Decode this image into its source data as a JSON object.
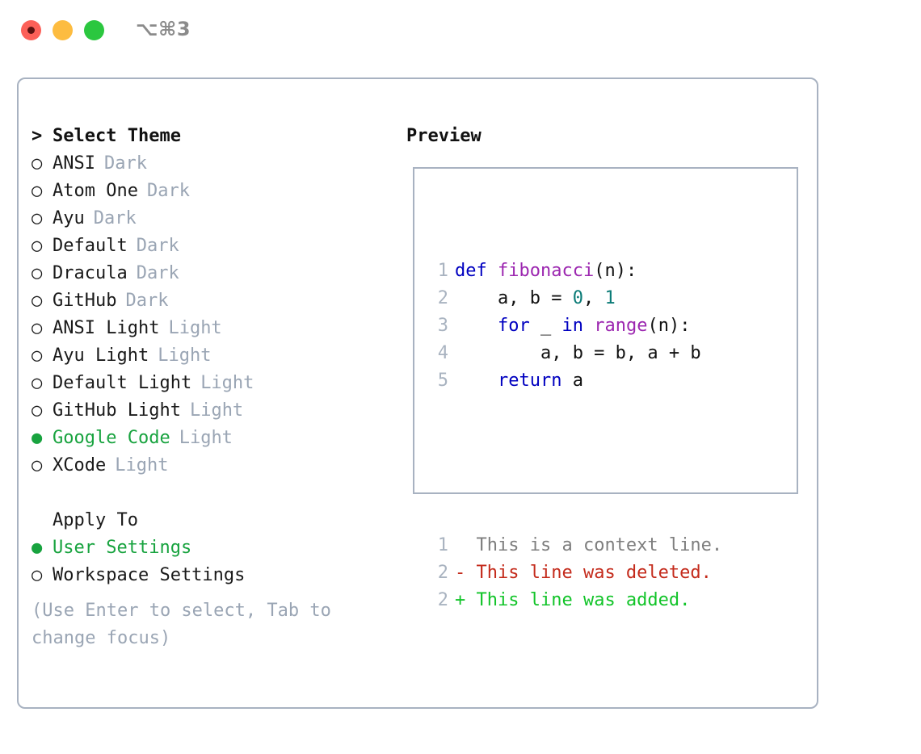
{
  "window": {
    "shortcut": "⌥⌘3",
    "traffic_lights": [
      {
        "name": "close",
        "color": "#fc6058"
      },
      {
        "name": "minimize",
        "color": "#fdbc40"
      },
      {
        "name": "zoom",
        "color": "#2bc73f"
      }
    ]
  },
  "theme_picker": {
    "prompt_marker": ">",
    "title": "Select Theme",
    "selected_bullet": "●",
    "unselected_bullet": "○",
    "items": [
      {
        "name": "ANSI",
        "variant": "Dark",
        "selected": false
      },
      {
        "name": "Atom One",
        "variant": "Dark",
        "selected": false
      },
      {
        "name": "Ayu",
        "variant": "Dark",
        "selected": false
      },
      {
        "name": "Default",
        "variant": "Dark",
        "selected": false
      },
      {
        "name": "Dracula",
        "variant": "Dark",
        "selected": false
      },
      {
        "name": "GitHub",
        "variant": "Dark",
        "selected": false
      },
      {
        "name": "ANSI Light",
        "variant": "Light",
        "selected": false
      },
      {
        "name": "Ayu Light",
        "variant": "Light",
        "selected": false
      },
      {
        "name": "Default Light",
        "variant": "Light",
        "selected": false
      },
      {
        "name": "GitHub Light",
        "variant": "Light",
        "selected": false
      },
      {
        "name": "Google Code",
        "variant": "Light",
        "selected": true
      },
      {
        "name": "XCode",
        "variant": "Light",
        "selected": false
      }
    ]
  },
  "apply_to": {
    "title": "Apply To",
    "options": [
      {
        "label": "User Settings",
        "selected": true
      },
      {
        "label": "Workspace Settings",
        "selected": false
      }
    ]
  },
  "hint": "(Use Enter to select, Tab to change focus)",
  "preview": {
    "title": "Preview",
    "code_lines": [
      {
        "n": "1",
        "tokens": [
          {
            "t": "def ",
            "c": "kw"
          },
          {
            "t": "fibonacci",
            "c": "fn"
          },
          {
            "t": "(n):",
            "c": "plain"
          }
        ]
      },
      {
        "n": "2",
        "tokens": [
          {
            "t": "    a, b = ",
            "c": "plain"
          },
          {
            "t": "0",
            "c": "num"
          },
          {
            "t": ", ",
            "c": "plain"
          },
          {
            "t": "1",
            "c": "num"
          }
        ]
      },
      {
        "n": "3",
        "tokens": [
          {
            "t": "    ",
            "c": "plain"
          },
          {
            "t": "for",
            "c": "kw"
          },
          {
            "t": " _ ",
            "c": "plain"
          },
          {
            "t": "in",
            "c": "kw"
          },
          {
            "t": " ",
            "c": "plain"
          },
          {
            "t": "range",
            "c": "fn"
          },
          {
            "t": "(n):",
            "c": "plain"
          }
        ]
      },
      {
        "n": "4",
        "tokens": [
          {
            "t": "        a, b = b, a + b",
            "c": "plain"
          }
        ]
      },
      {
        "n": "5",
        "tokens": [
          {
            "t": "    ",
            "c": "plain"
          },
          {
            "t": "return",
            "c": "kw"
          },
          {
            "t": " a",
            "c": "plain"
          }
        ]
      }
    ],
    "diff_lines": [
      {
        "n": "1",
        "marker": "  ",
        "text": "This is a context line.",
        "c": "ctx"
      },
      {
        "n": "2",
        "marker": "- ",
        "text": "This line was deleted.",
        "c": "del"
      },
      {
        "n": "2",
        "marker": "+ ",
        "text": "This line was added.",
        "c": "add"
      }
    ]
  },
  "colors": {
    "accent_green": "#18a33f",
    "muted": "#9aa5b4",
    "border": "#a8b2c1",
    "keyword": "#0000c0",
    "function": "#9c27b0",
    "number": "#0b7b77",
    "deleted": "#c42b1c",
    "added": "#12c429",
    "context": "#7e7e7e"
  }
}
